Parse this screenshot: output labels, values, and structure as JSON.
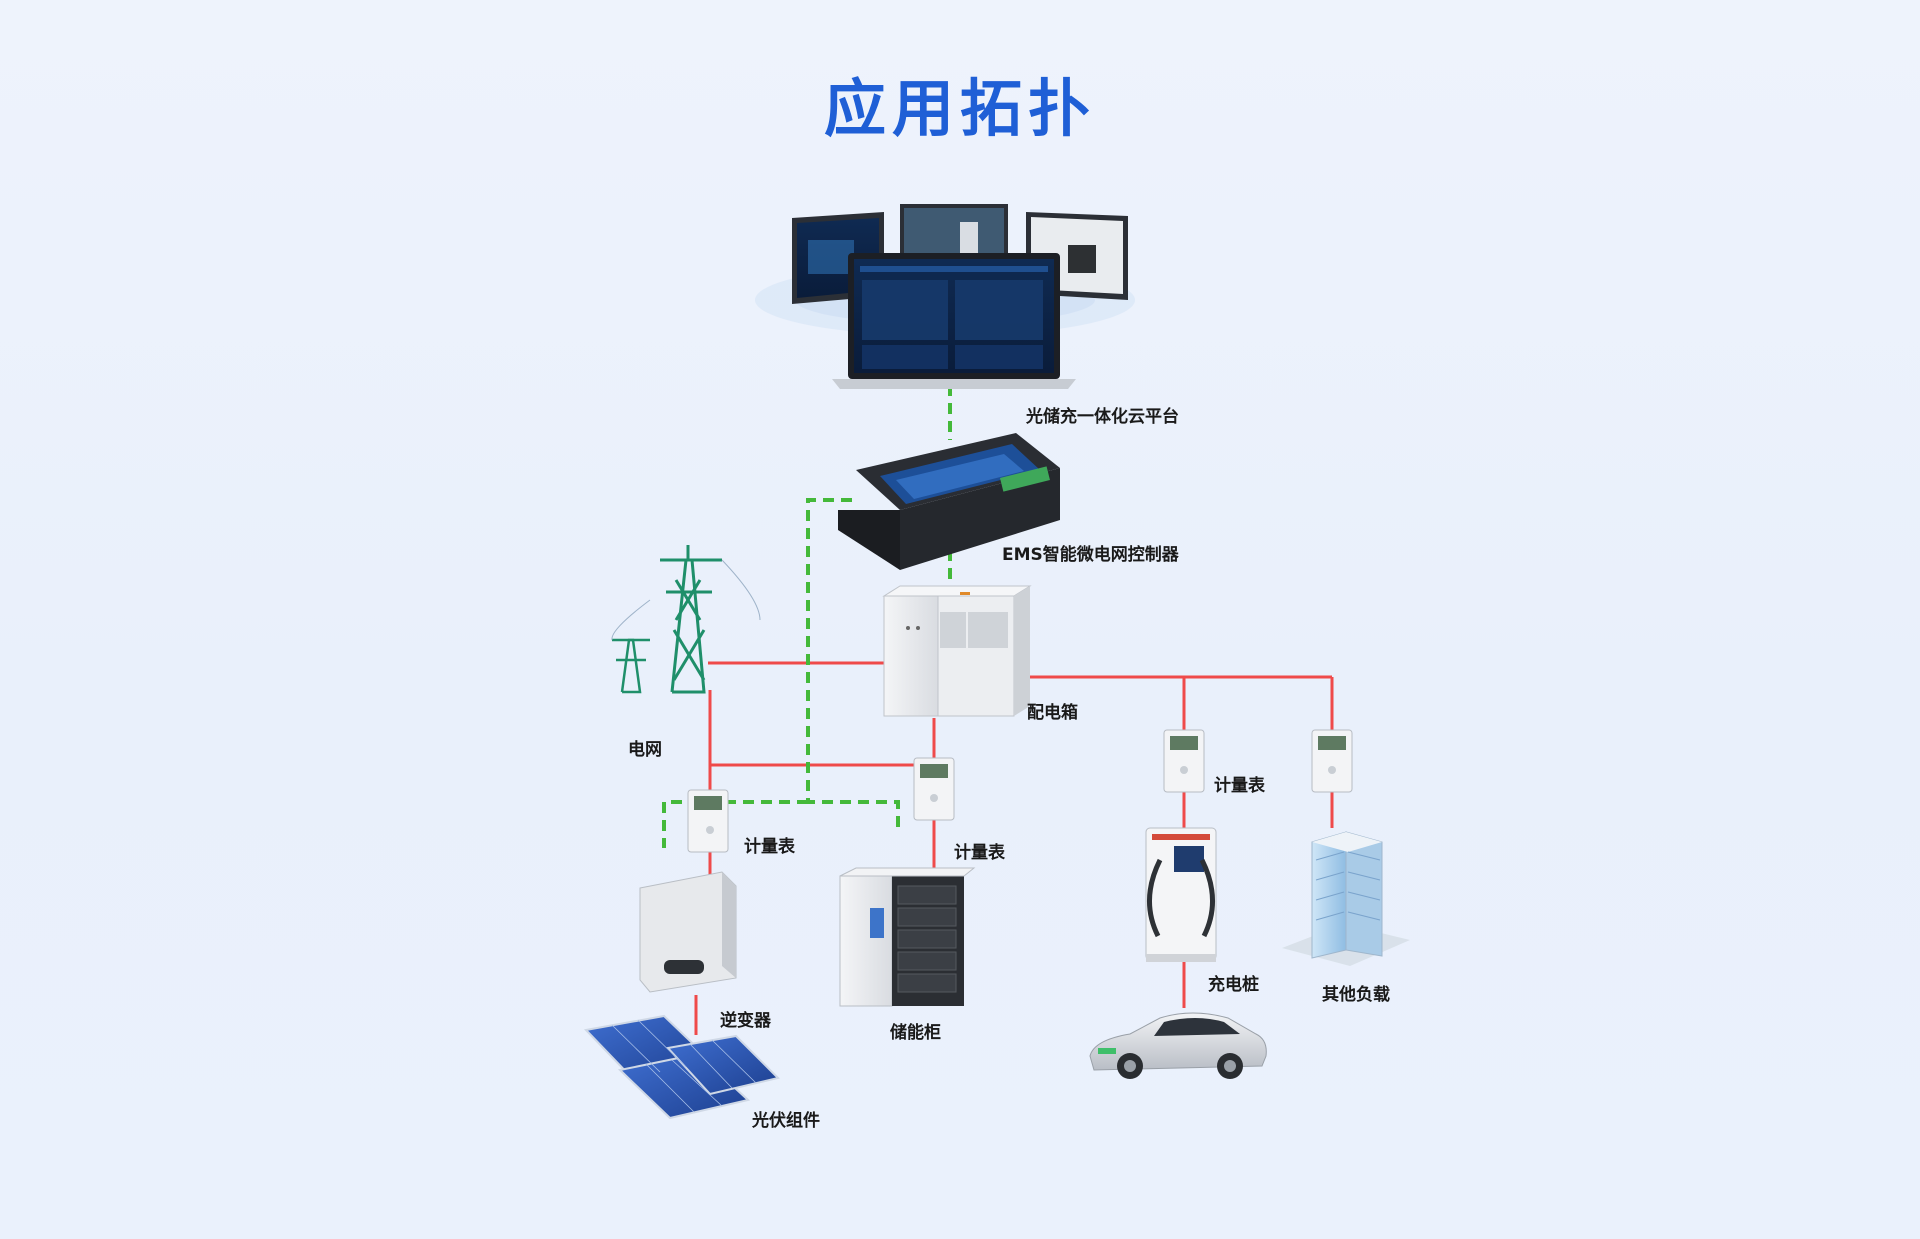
{
  "title": "应用拓扑",
  "colors": {
    "title": "#1f5fd6",
    "power_line": "#ef4a4a",
    "comm_line": "#44b93a",
    "tower": "#1f8f6a"
  },
  "labels": {
    "cloud": "光储充一体化云平台",
    "ems": "EMS智能微电网控制器",
    "grid": "电网",
    "distribution_box": "配电箱",
    "meter_pv": "计量表",
    "meter_storage": "计量表",
    "meter_charger": "计量表",
    "inverter": "逆变器",
    "storage": "储能柜",
    "pv": "光伏组件",
    "charger": "充电桩",
    "other_load": "其他负载"
  }
}
